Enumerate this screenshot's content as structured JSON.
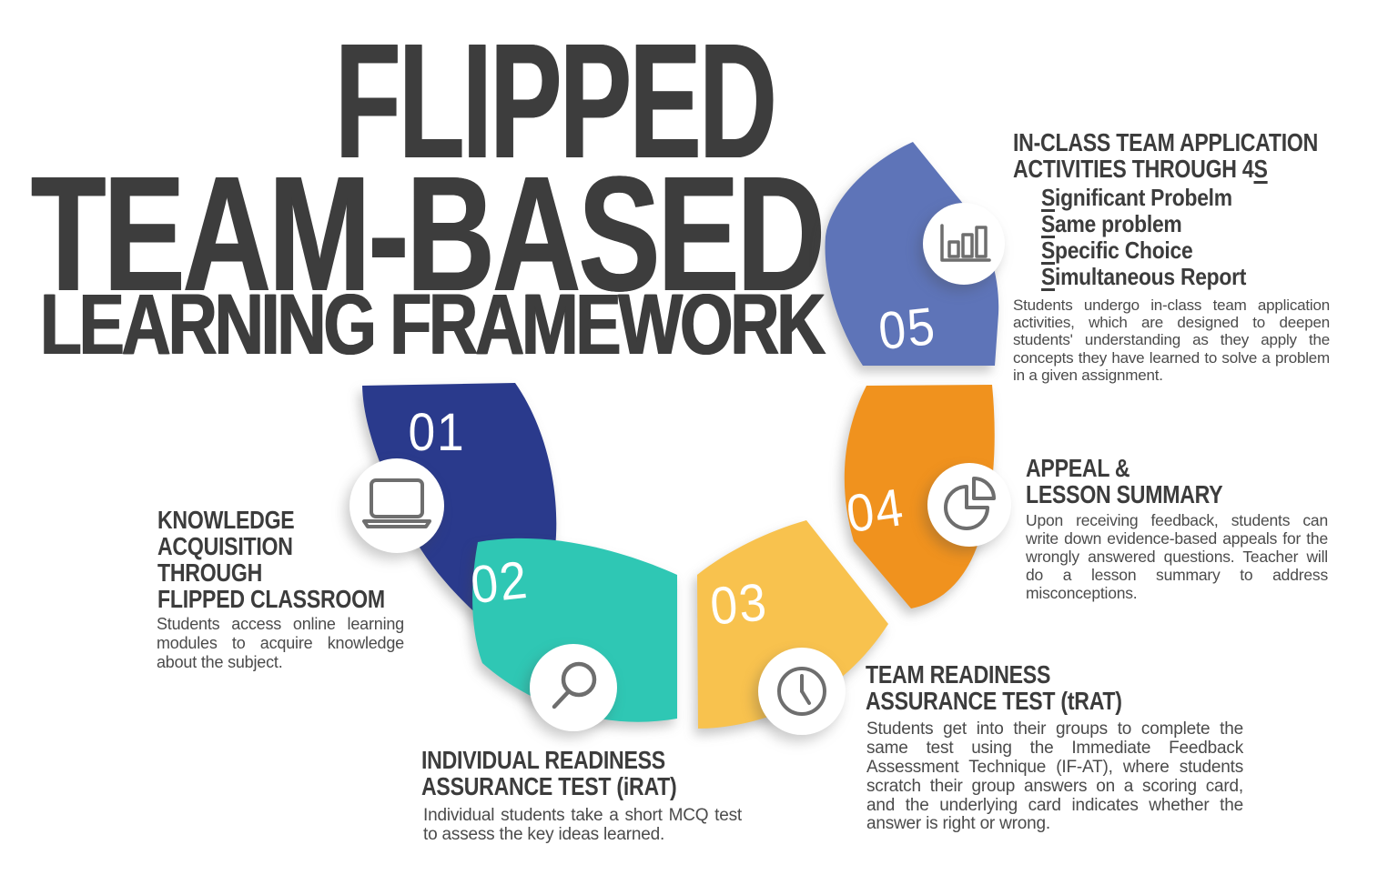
{
  "title": {
    "line1": "FLIPPED",
    "line2": "TEAM-BASED",
    "line3": "LEARNING FRAMEWORK"
  },
  "colors": {
    "step1": "#2a3a8c",
    "step2": "#2fc7b4",
    "step3": "#f8c24e",
    "step4": "#f0921e",
    "step5": "#5e74b8",
    "icon_stroke": "#6e6e6e",
    "heading_text": "#3c3c3c",
    "body_text": "#4b4b4b",
    "number_text": "#ffffff"
  },
  "steps": [
    {
      "number": "01",
      "icon": "laptop-icon",
      "title": "KNOWLEDGE\nACQUISITION\nTHROUGH\nFLIPPED CLASSROOM",
      "body": "Students access online learning modules to acquire knowledge about the subject."
    },
    {
      "number": "02",
      "icon": "magnifier-icon",
      "title": "INDIVIDUAL READINESS\nASSURANCE TEST (iRAT)",
      "body": "Individual students take a short MCQ test to assess the key ideas learned."
    },
    {
      "number": "03",
      "icon": "clock-icon",
      "title": "TEAM READINESS\nASSURANCE TEST (tRAT)",
      "body": "Students get into their groups to complete the same test using the Immediate Feedback Assessment Technique (IF-AT), where students scratch their group answers on a scoring card, and the underlying card indicates whether the answer is right or wrong."
    },
    {
      "number": "04",
      "icon": "pie-chart-icon",
      "title": "APPEAL &\nLESSON SUMMARY",
      "body": "Upon receiving feedback, students can write down evidence-based appeals for the wrongly answered questions. Teacher will do a lesson summary to address misconceptions."
    },
    {
      "number": "05",
      "icon": "bar-chart-icon",
      "title_line1": "IN-CLASS TEAM APPLICATION",
      "title_line2_prefix": "ACTIVITIES THROUGH 4",
      "title_line2_underlined": "S",
      "subitems": [
        "Significant Probelm",
        "Same problem",
        "Specific Choice",
        "Simultaneous Report"
      ],
      "body": "Students undergo in-class team application activities, which are designed to deepen students' understanding as they apply the concepts they have learned to solve a problem in a given assignment."
    }
  ]
}
